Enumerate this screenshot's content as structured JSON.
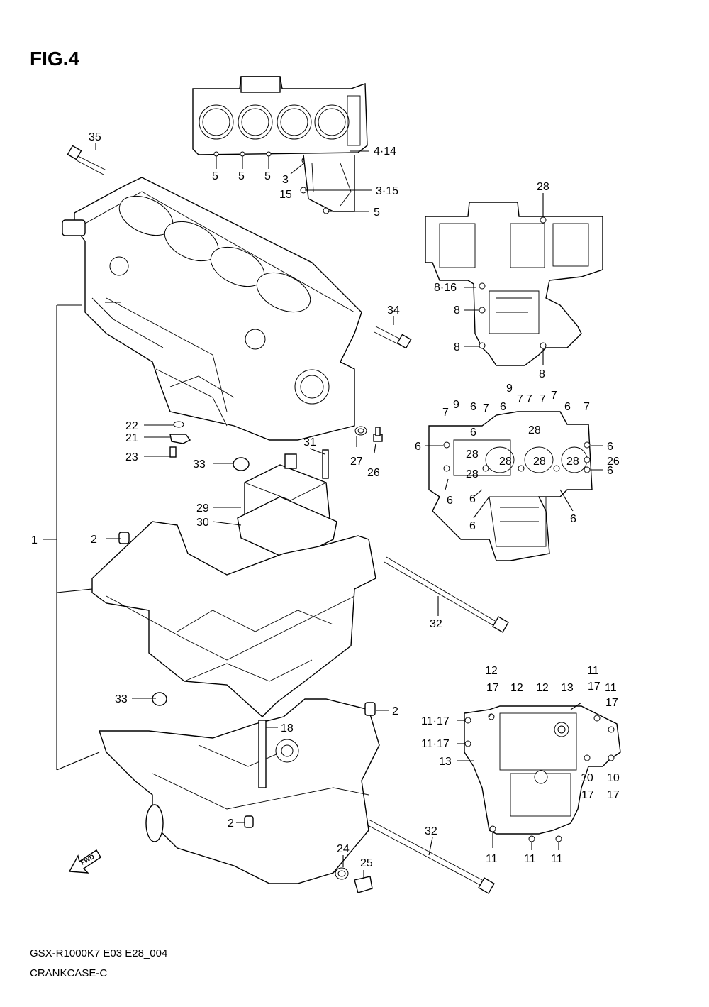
{
  "figure": {
    "title": "FIG.4"
  },
  "footer": {
    "model_code": "GSX-R1000K7  E03  E28_004",
    "section": "CRANKCASE-C"
  },
  "fwd_label": "FWD",
  "callouts": {
    "c35": "35",
    "c4_14": "4·14",
    "c5a": "5",
    "c5b": "5",
    "c5c": "5",
    "c3": "3",
    "c15": "15",
    "c3_15": "3·15",
    "c5d": "5",
    "c34": "34",
    "c22": "22",
    "c21": "21",
    "c23": "23",
    "c27": "27",
    "c26": "26",
    "c31": "31",
    "c33a": "33",
    "c29": "29",
    "c30": "30",
    "c1": "1",
    "c2a": "2",
    "c32a": "32",
    "c33b": "33",
    "c2b": "2",
    "c18": "18",
    "c2c": "2",
    "c24": "24",
    "c25": "25",
    "c32b": "32",
    "r28a": "28",
    "r8_16": "8·16",
    "r8a": "8",
    "r8b": "8",
    "r8c": "8",
    "m7a": "7",
    "m9a": "9",
    "m6a": "6",
    "m7b": "7",
    "m9b": "9",
    "m6b": "6",
    "m7c": "7",
    "m7d": "7",
    "m7e": "7",
    "m7f": "7",
    "m6c": "6",
    "m7g": "7",
    "m28a": "28",
    "m6d": "6",
    "m6e": "6",
    "m28b": "28",
    "m28c": "28",
    "m28d": "28",
    "m28e": "28",
    "m28f": "28",
    "m26": "26",
    "m6f": "6",
    "m6g": "6",
    "m6h": "6",
    "m6i": "6",
    "m6j": "6",
    "b12a": "12",
    "b17a": "17",
    "b12b": "12",
    "b12c": "12",
    "b13a": "13",
    "b11a": "11",
    "b17b": "17",
    "b11b": "11",
    "b17c": "17",
    "b11_17a": "11·17",
    "b11_17b": "11·17",
    "b13b": "13",
    "b10a": "10",
    "b17d": "17",
    "b10b": "10",
    "b17e": "17",
    "b11c": "11",
    "b11d": "11",
    "b11e": "11"
  }
}
